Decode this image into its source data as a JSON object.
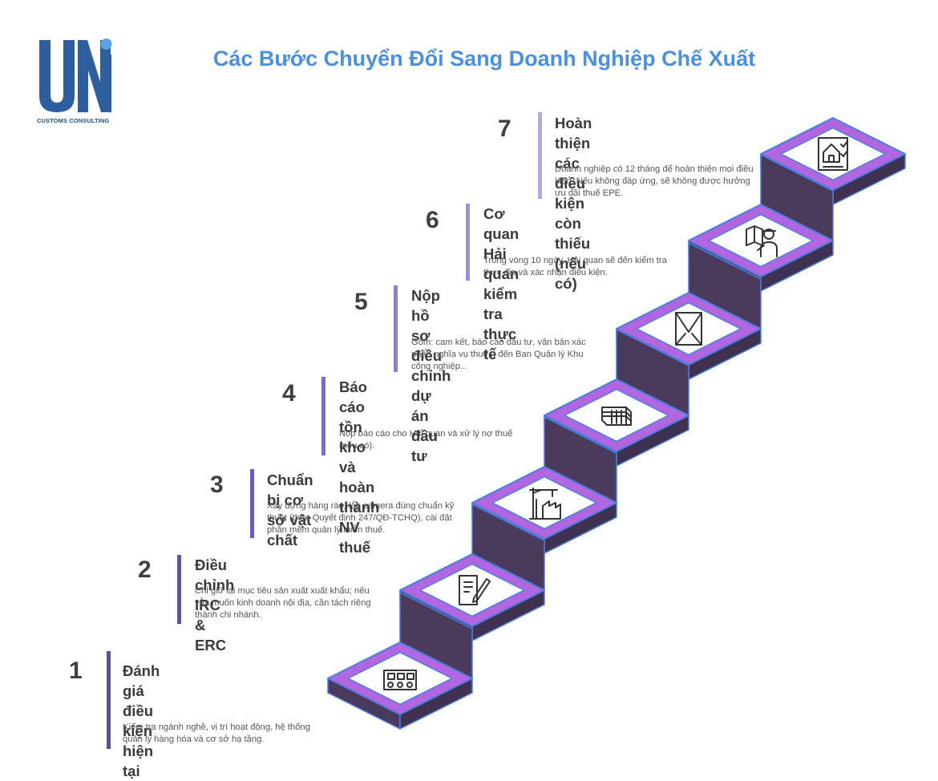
{
  "logo": {
    "letters": "UNi",
    "tagline": "CUSTOMS CONSULTING"
  },
  "title": "Các Bước Chuyển Đổi Sang Doanh Nghiệp Chế Xuất",
  "colors": {
    "title": "#4a90e2",
    "logo": "#2d5f9e",
    "logo_dot": "#5aa3e6",
    "stair_face": "#4a3a5c",
    "stair_top": "#b266e0",
    "stair_edge": "#4a7fe0",
    "bars": [
      "#5b4f95",
      "#6250a8",
      "#6a5cc0",
      "#7b6ad8",
      "#8a7ae6",
      "#9a8cf0",
      "#b3a6f5"
    ]
  },
  "steps": [
    {
      "number": "1",
      "title_lines": [
        "Đánh giá điều kiện hiện",
        "tại"
      ],
      "desc_lines": [
        "Kiểm tra ngành nghề, vị trí hoạt động, hệ thống",
        "quản lý hàng hóa và cơ sở hạ tầng."
      ],
      "icon": "conveyor-icon"
    },
    {
      "number": "2",
      "title_lines": [
        "Điều chỉnh IRC & ERC"
      ],
      "desc_lines": [
        "Chỉ giữ lại mục tiêu sản xuất xuất khẩu; nếu",
        "vẫn muốn kinh doanh nội địa, cần tách riêng",
        "thành chi nhánh."
      ],
      "icon": "document-pen-icon"
    },
    {
      "number": "3",
      "title_lines": [
        "Chuẩn bị cơ sở vật chất"
      ],
      "desc_lines": [
        "Xây dựng hàng rào, lắp camera đúng chuẩn kỹ",
        "thuật (theo Quyết định 247/QĐ-TCHQ), cài đặt",
        "phần mềm quản lý miễn thuế."
      ],
      "icon": "factory-crane-icon"
    },
    {
      "number": "4",
      "title_lines": [
        "Báo cáo tồn kho và",
        "hoàn thành NV thuế"
      ],
      "desc_lines": [
        "Nộp báo cáo cho Hải quan và xử lý nợ thuế",
        "(nếu có)."
      ],
      "icon": "money-stack-icon"
    },
    {
      "number": "5",
      "title_lines": [
        "Nộp hồ sơ điều chỉnh dự án",
        "đầu tư"
      ],
      "desc_lines": [
        "Gồm: cam kết, báo cáo đầu tư, văn bản xác",
        "nhận nghĩa vụ thuế... đến Ban Quản lý Khu",
        "công nghiệp.."
      ],
      "icon": "envelope-icon"
    },
    {
      "number": "6",
      "title_lines": [
        "Cơ quan Hải quan",
        "kiểm tra thực tế"
      ],
      "desc_lines": [
        "Trong vòng 10 ngày, Hải quan sẽ đến kiểm tra",
        "thực địa và xác nhận điều kiện."
      ],
      "icon": "inspector-icon"
    },
    {
      "number": "7",
      "title_lines": [
        "Hoàn thiện các điều kiện",
        "còn thiếu (nếu có)"
      ],
      "desc_lines": [
        "Doanh nghiệp có 12 tháng để hoàn thiện mọi điều",
        "kiện. Nếu không đáp ứng, sẽ không được hưởng",
        "ưu đãi thuế EPE."
      ],
      "icon": "house-checklist-icon"
    }
  ]
}
